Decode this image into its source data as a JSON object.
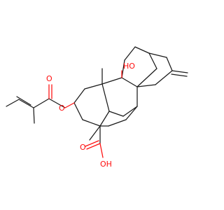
{
  "structure": {
    "labels": {
      "hydroxyl": "HO",
      "acid_oxygen": "O",
      "acid_hydroxyl": "OH",
      "ester_oxygen": "O",
      "ester_carbonyl_oxygen": "O"
    },
    "colors": {
      "bond": "#1a1a1a",
      "heteroatom_oxygen": "#ff0d0d",
      "background": "#ffffff"
    }
  }
}
